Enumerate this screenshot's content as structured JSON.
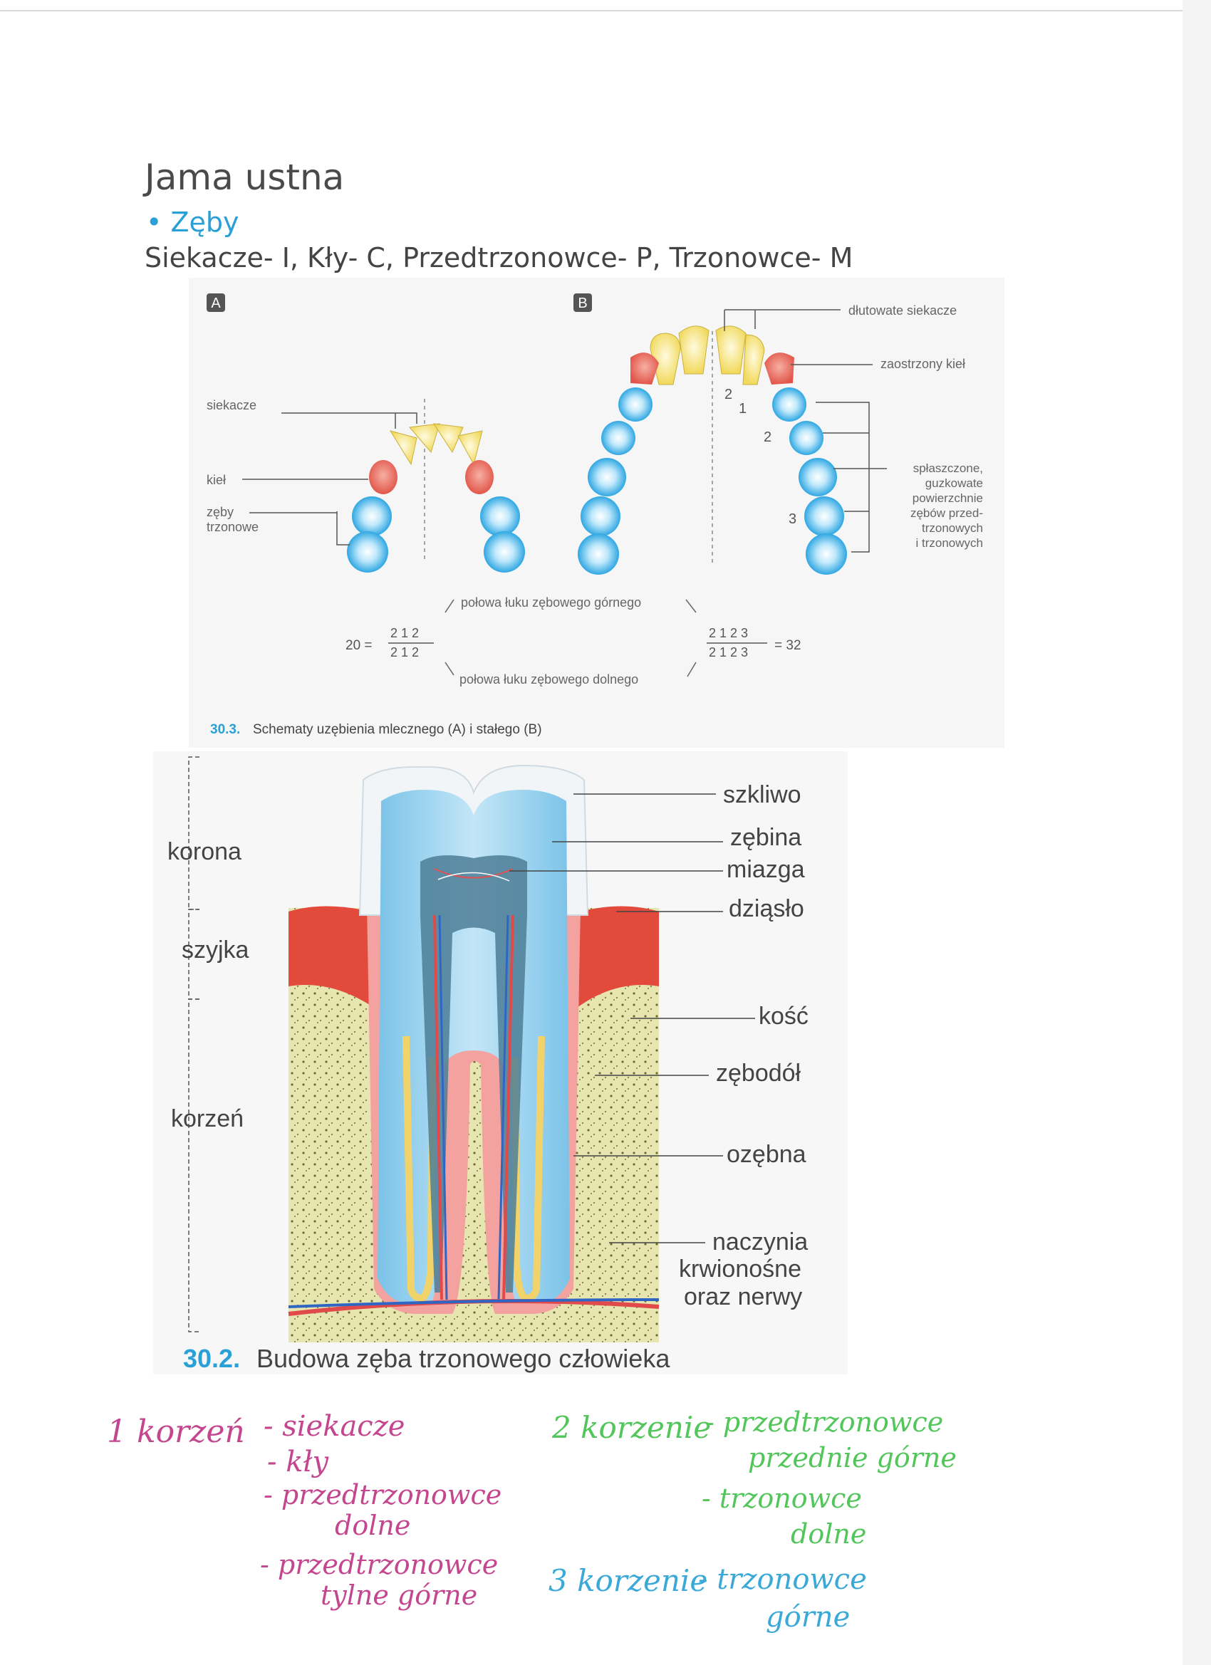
{
  "header": {
    "title": "Jama ustna",
    "bullet": "• Zęby",
    "subtitle": "Siekacze- I, Kły- C, Przedtrzonowce- P, Trzonowce- M"
  },
  "figure_30_3": {
    "panel_a_badge": "A",
    "panel_b_badge": "B",
    "labels_a": {
      "incisors": "siekacze",
      "canine": "kieł",
      "molars_1": "zęby",
      "molars_2": "trzonowe"
    },
    "labels_b": {
      "chisel": "dłutowate siekacze",
      "pointed": "zaostrzony kieł",
      "flat_1": "spłaszczone,",
      "flat_2": "guzkowate",
      "flat_3": "powierzchnie",
      "flat_4": "zębów przed-",
      "flat_5": "trzonowych",
      "flat_6": "i trzonowych"
    },
    "numbers_b": {
      "n2a": "2",
      "n1": "1",
      "n2b": "2",
      "n3": "3"
    },
    "formula": {
      "upper_label": "połowa łuku zębowego górnego",
      "lower_label": "połowa łuku zębowego dolnego",
      "left_total": "20 =",
      "left_top": "2 1 2",
      "left_bottom": "2 1 2",
      "right_top": "2 1 2 3",
      "right_bottom": "2 1 2 3",
      "right_total": "= 32"
    },
    "caption_number": "30.3.",
    "caption_text": "Schematy uzębienia mlecznego (A) i stałego (B)"
  },
  "figure_30_2": {
    "left_labels": {
      "crown": "korona",
      "neck": "szyjka",
      "root": "korzeń"
    },
    "right_labels": {
      "enamel": "szkliwo",
      "dentin": "zębina",
      "pulp": "miazga",
      "gum": "dziąsło",
      "bone": "kość",
      "socket": "zębodół",
      "periodontium": "ozębna",
      "vessels_1": "naczynia",
      "vessels_2": "krwionośne",
      "vessels_3": "oraz nerwy"
    },
    "caption_number": "30.2.",
    "caption_text": "Budowa zęba trzonowego człowieka"
  },
  "notes": {
    "pink_1": "1 korzeń",
    "pink_2": "- siekacze",
    "pink_3": "- kły",
    "pink_4": "- przedtrzonowce",
    "pink_5": "dolne",
    "pink_6": "- przedtrzonowce",
    "pink_7": "tylne górne",
    "green_1": "2 korzenie",
    "green_2": "- przedtrzonowce",
    "green_3": "przednie górne",
    "green_4": "- trzonowce",
    "green_5": "dolne",
    "blue_1": "3 korzenie",
    "blue_2": "- trzonowce",
    "blue_3": "górne"
  },
  "colors": {
    "accent_blue": "#2aa0d6",
    "tooth_blue": "#3db3e8",
    "incisor_yellow": "#f6e27a",
    "canine_red": "#ec6f5f",
    "gum_red": "#e44a3a",
    "note_pink": "#c3468f",
    "note_green": "#52c65a",
    "note_blue": "#3aa9d8"
  }
}
